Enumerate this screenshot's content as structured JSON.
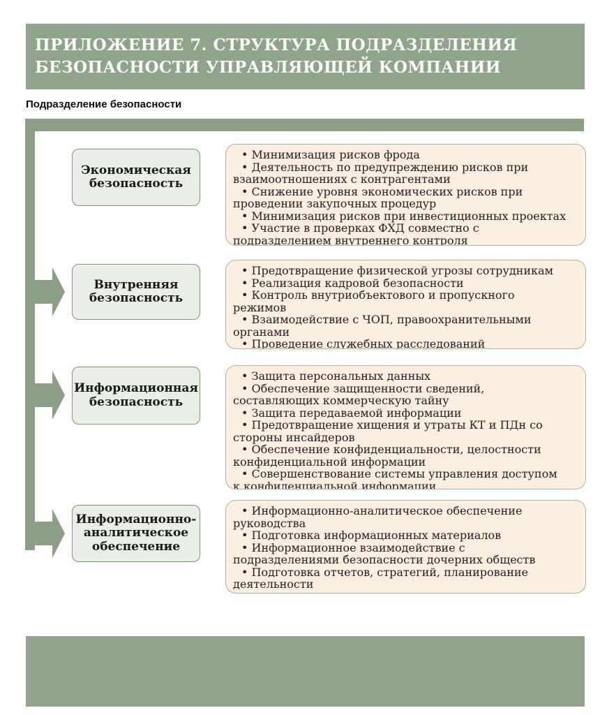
{
  "header": {
    "title": "ПРИЛОЖЕНИЕ 7. СТРУКТУРА ПОДРАЗДЕЛЕНИЯ\nБЕЗОПАСНОСТИ УПРАВЛЯЮЩЕЙ КОМПАНИИ"
  },
  "section_label": "Подразделение безопасности",
  "bullet_char": "•",
  "colors": {
    "band": "#90a48c",
    "frame": "#8c9f86",
    "category_fill": "#e9efe6",
    "category_border": "#7d9678",
    "detail_fill": "#fdeee2",
    "detail_border": "#a6b69a"
  },
  "blocks": [
    {
      "label": "Экономическая\nбезопасность",
      "items": [
        "Минимизация рисков фрода",
        "Деятельность по предупреждению рисков при\nвзаимоотношениях с контрагентами",
        "Снижение уровня экономических рисков при\nпроведении закупочных процедур",
        "Минимизация рисков при инвестиционных проектах",
        "Участие в проверках ФХД совместно с\nподразделением внутреннего контроля"
      ]
    },
    {
      "label": "Внутренняя\nбезопасность",
      "items": [
        "Предотвращение физической угрозы сотрудникам",
        "Реализация кадровой безопасности",
        "Контроль внутриобъектового и пропускного\nрежимов",
        "Взаимодействие с ЧОП, правоохранительными\nорганами",
        "Проведение служебных расследований"
      ]
    },
    {
      "label": "Информационная\nбезопасность",
      "items": [
        "Защита персональных данных",
        "Обеспечение защищенности сведений,\nсоставляющих коммерческую тайну",
        "Защита передаваемой информации",
        "Предотвращение хищения и утраты КТ и ПДн со\nстороны инсайдеров",
        "Обеспечение конфиденциальности, целостности\nконфиденциальной информации",
        "Совершенствование системы управления доступом\nк конфиденциальной информации"
      ]
    },
    {
      "label": "Информационно-\nаналитическое\nобеспечение",
      "items": [
        "Информационно-аналитическое обеспечение\nруководства",
        "Подготовка информационных материалов",
        "Информационное взаимодействие с\nподразделениями безопасности дочерних обществ",
        "Подготовка отчетов, стратегий, планирование\nдеятельности"
      ]
    }
  ]
}
